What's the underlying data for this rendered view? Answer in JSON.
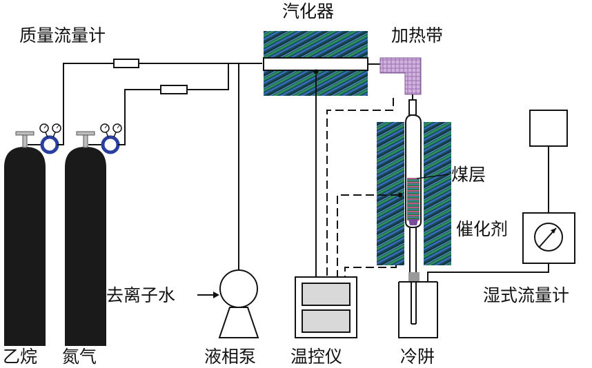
{
  "labels": {
    "mass_flow_meter": "质量流量计",
    "vaporizer": "汽化器",
    "heating_tape": "加热带",
    "coal_layer": "煤层",
    "catalyst": "催化剂",
    "deionized_water": "去离子水",
    "wet_flow_meter": "湿式流量计",
    "ethane": "乙烷",
    "nitrogen": "氮气",
    "liquid_pump": "液相泵",
    "temp_controller": "温控仪",
    "cold_trap": "冷阱"
  },
  "colors": {
    "line": "#111111",
    "cylinder": "#1a1a1a",
    "valve_ring": "#2b3f9e",
    "heater_dark": "#1b4f5e",
    "heater_green": "#1f8a55",
    "heater_blue": "#3b6fc9",
    "heating_tape": "#c9a6d6",
    "panel_gray": "#d9d9d9",
    "trap_cap": "#9a9a9a"
  }
}
